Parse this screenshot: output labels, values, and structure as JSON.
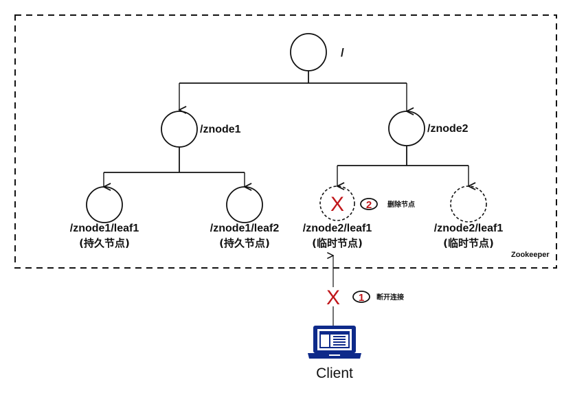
{
  "diagram": {
    "container_label": "Zookeeper",
    "nodes": {
      "root": {
        "label": "/"
      },
      "znode1": {
        "label": "/znode1"
      },
      "znode2": {
        "label": "/znode2"
      },
      "leaf_a": {
        "label": "/znode1/leaf1",
        "type": "(持久节点)",
        "style": "solid"
      },
      "leaf_b": {
        "label": "/znode1/leaf2",
        "type": "(持久节点)",
        "style": "solid"
      },
      "leaf_c": {
        "label": "/znode2/leaf1",
        "type": "(临时节点)",
        "style": "dashed",
        "deleted": true
      },
      "leaf_d": {
        "label": "/znode2/leaf1",
        "type": "(临时节点)",
        "style": "dashed"
      }
    },
    "steps": [
      {
        "number": "1",
        "text": "断开连接"
      },
      {
        "number": "2",
        "text": "删除节点"
      }
    ],
    "marks": {
      "cross": "X"
    },
    "client": {
      "label": "Client"
    },
    "colors": {
      "cross": "#c0161a",
      "laptop": "#0e2a8a",
      "ink": "#111111"
    }
  }
}
